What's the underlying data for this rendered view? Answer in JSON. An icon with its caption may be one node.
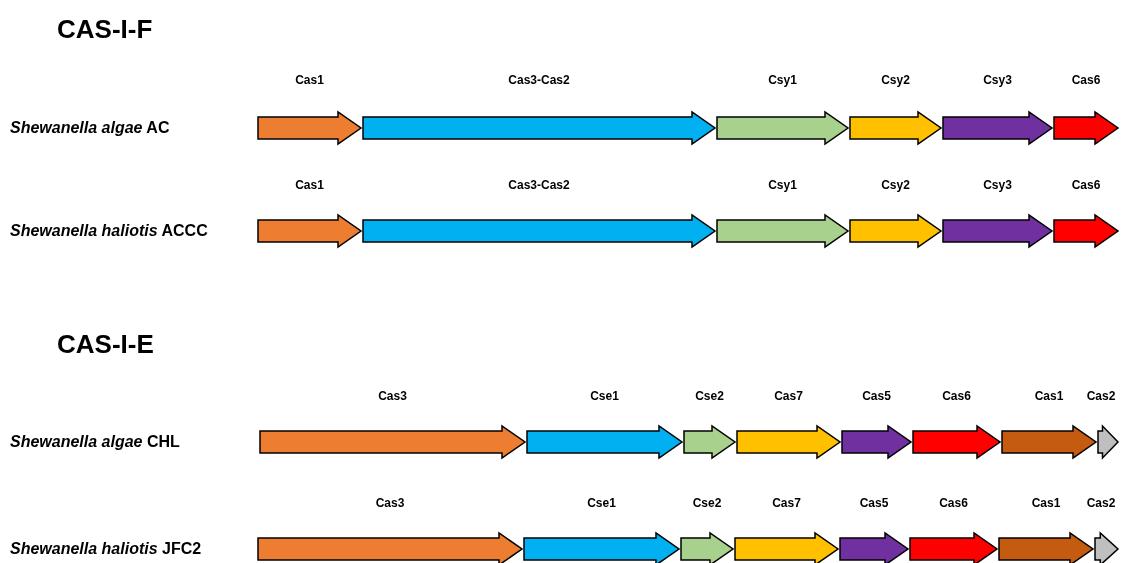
{
  "diagram": {
    "nodes": [
      {
        "text": [
          "Cas1"
        ]
      },
      {
        "text": [
          "Cas3-Cas2"
        ]
      },
      {
        "text": [
          "Csy1"
        ]
      },
      {
        "text": [
          "Csy2"
        ]
      },
      {
        "text": [
          "Csy3"
        ]
      },
      {
        "text": [
          "Cas6"
        ]
      },
      {
        "text": [
          "Cas1"
        ]
      },
      {
        "text": [
          "Cas3-Cas2"
        ]
      },
      {
        "text": [
          "Csy1"
        ]
      },
      {
        "text": [
          "Csy2"
        ]
      },
      {
        "text": [
          "Csy3"
        ]
      },
      {
        "text": [
          "Cas6"
        ]
      },
      {
        "text": [
          "Cas3"
        ]
      },
      {
        "text": [
          "Cse1"
        ]
      },
      {
        "text": [
          "Cse2"
        ]
      },
      {
        "text": [
          "Cas7"
        ]
      },
      {
        "text": [
          "Cas5"
        ]
      },
      {
        "text": [
          "Cas6"
        ]
      },
      {
        "text": [
          "Cas1"
        ]
      },
      {
        "text": [
          "Cas2"
        ]
      },
      {
        "text": [
          "Cas3"
        ]
      },
      {
        "text": [
          "Cse1"
        ]
      },
      {
        "text": [
          "Cse2"
        ]
      },
      {
        "text": [
          "Cas7"
        ]
      },
      {
        "text": [
          "Cas5"
        ]
      },
      {
        "text": [
          "Cas6"
        ]
      },
      {
        "text": [
          "Cas1"
        ]
      },
      {
        "text": [
          "Cas2"
        ]
      }
    ],
    "labels": [
      "CAS-I-F",
      "*Shewanella algae* AC",
      "*Shewanella haliotis* ACCC",
      "CAS-I-E",
      "*Shewanella algae* CHL",
      "*Shewanella haliotis* JFC2"
    ]
  }
}
